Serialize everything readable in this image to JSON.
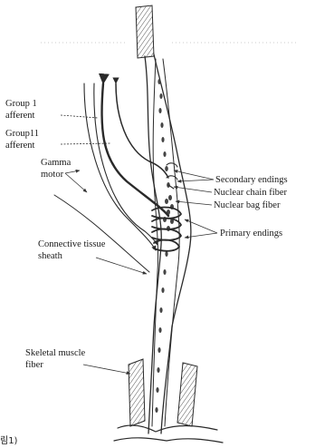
{
  "labels": {
    "group1_line1": "Group 1",
    "group1_line2": "afferent",
    "group2_line1": "Group11",
    "group2_line2": "afferent",
    "gamma_line1": "Gamma",
    "gamma_line2": "motor",
    "secondary_endings": "Secondary endings",
    "nuclear_chain_fiber": "Nuclear chain fiber",
    "nuclear_bag_fiber": "Nuclear bag fiber",
    "primary_endings": "Primary endings",
    "connective_line1": "Connective tissue",
    "connective_line2": "sheath",
    "skeletal_line1": "Skeletal muscle",
    "skeletal_line2": "fiber"
  },
  "caption": "림1)",
  "colors": {
    "ink": "#2a2a2a",
    "background": "#ffffff"
  }
}
